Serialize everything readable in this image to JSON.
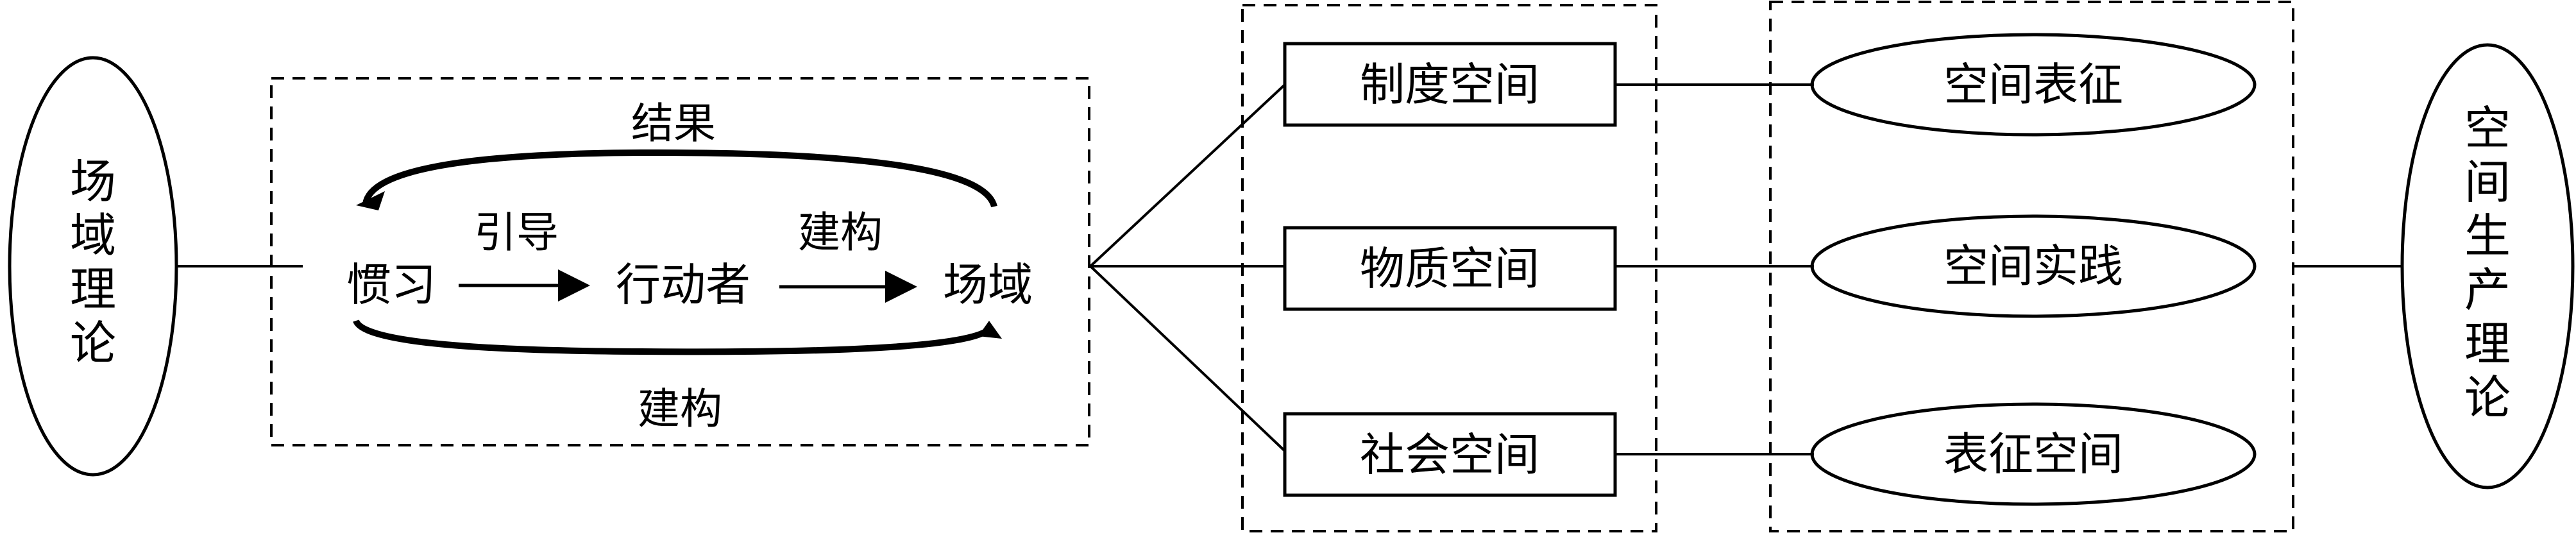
{
  "left_theory": {
    "label_chars": [
      "场",
      "域",
      "理",
      "论"
    ]
  },
  "right_theory": {
    "label_chars": [
      "空",
      "间",
      "生",
      "产",
      "理",
      "论"
    ]
  },
  "field_cycle": {
    "top_label": "结果",
    "bottom_label": "建构",
    "nodes": [
      "惯习",
      "行动者",
      "场域"
    ],
    "arrow_labels": [
      "引导",
      "建构"
    ]
  },
  "spaces": [
    "制度空间",
    "物质空间",
    "社会空间"
  ],
  "production": [
    "空间表征",
    "空间实践",
    "表征空间"
  ]
}
